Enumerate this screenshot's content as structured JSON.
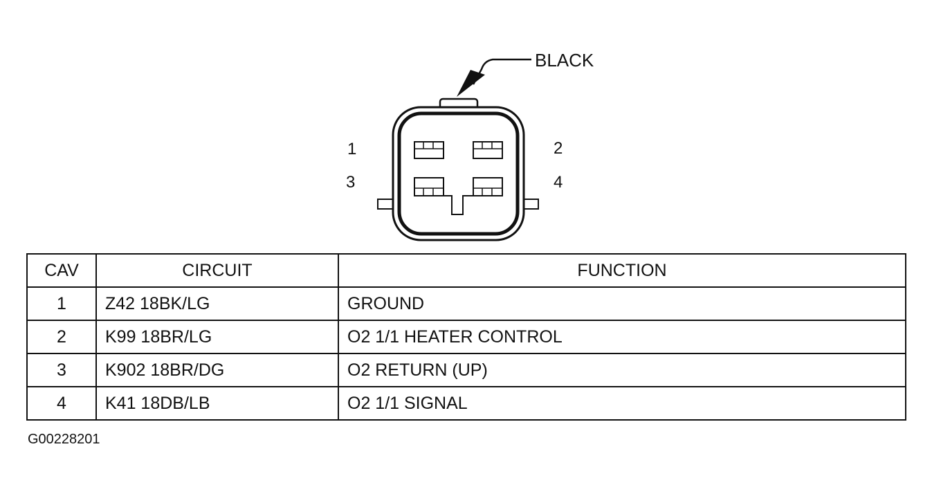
{
  "connector": {
    "color_label": "BLACK",
    "pins": [
      {
        "number": "1"
      },
      {
        "number": "2"
      },
      {
        "number": "3"
      },
      {
        "number": "4"
      }
    ]
  },
  "table": {
    "headers": {
      "cav": "CAV",
      "circuit": "CIRCUIT",
      "function": "FUNCTION"
    },
    "rows": [
      {
        "cav": "1",
        "circuit": "Z42 18BK/LG",
        "function": "GROUND"
      },
      {
        "cav": "2",
        "circuit": "K99 18BR/LG",
        "function": "O2 1/1 HEATER CONTROL"
      },
      {
        "cav": "3",
        "circuit": "K902 18BR/DG",
        "function": "O2 RETURN (UP)"
      },
      {
        "cav": "4",
        "circuit": "K41 18DB/LB",
        "function": "O2 1/1 SIGNAL"
      }
    ]
  },
  "figure_code": "G00228201"
}
